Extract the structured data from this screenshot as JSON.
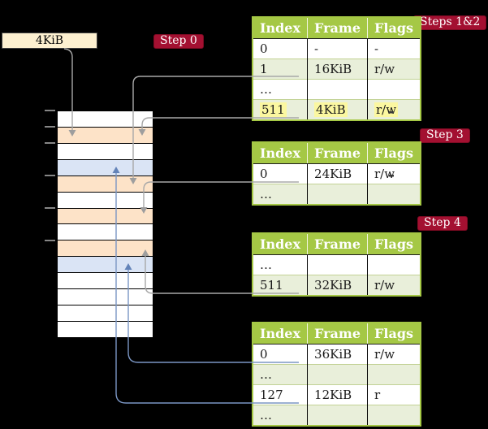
{
  "labels": {
    "frame_4kib": "4KiB",
    "step0": "Step 0",
    "steps12": "Steps 1&2",
    "step3": "Step 3",
    "step4": "Step 4"
  },
  "colors": {
    "table_green": "#a5c845",
    "row_green": "#e9efda",
    "highlight_yellow": "#fbf7a0",
    "frame_orange": "#fde3c8",
    "frame_blue": "#dae4f5",
    "label_red": "#a31031",
    "label_cream": "#fdf0d0",
    "line_gray": "#a8a8a8",
    "line_blue": "#7b96c4"
  },
  "memory_strip": {
    "rows": [
      "free",
      "table",
      "free",
      "page",
      "table",
      "free",
      "table",
      "free",
      "table",
      "page",
      "free",
      "free",
      "free",
      "free"
    ],
    "tick_rows": [
      0,
      1,
      2,
      4,
      6,
      8
    ]
  },
  "tables": [
    {
      "headers": [
        "Index",
        "Frame",
        "Flags"
      ],
      "rows": [
        {
          "cells": [
            "0",
            "-",
            "-"
          ],
          "shaded": false,
          "highlight": false
        },
        {
          "cells": [
            "1",
            "16KiB",
            "r/w"
          ],
          "shaded": true,
          "highlight": false
        },
        {
          "cells": [
            "…",
            "",
            ""
          ],
          "shaded": false,
          "highlight": false
        },
        {
          "cells": [
            "511",
            "4KiB",
            "r/w"
          ],
          "shaded": true,
          "highlight": true
        }
      ]
    },
    {
      "headers": [
        "Index",
        "Frame",
        "Flags"
      ],
      "rows": [
        {
          "cells": [
            "0",
            "24KiB",
            "r/w"
          ],
          "shaded": false,
          "highlight": false
        },
        {
          "cells": [
            "…",
            "",
            ""
          ],
          "shaded": true,
          "highlight": false
        }
      ]
    },
    {
      "headers": [
        "Index",
        "Frame",
        "Flags"
      ],
      "rows": [
        {
          "cells": [
            "…",
            "",
            ""
          ],
          "shaded": false,
          "highlight": false
        },
        {
          "cells": [
            "511",
            "32KiB",
            "r/w"
          ],
          "shaded": true,
          "highlight": false
        }
      ]
    },
    {
      "headers": [
        "Index",
        "Frame",
        "Flags"
      ],
      "rows": [
        {
          "cells": [
            "0",
            "36KiB",
            "r/w"
          ],
          "shaded": false,
          "highlight": false
        },
        {
          "cells": [
            "…",
            "",
            ""
          ],
          "shaded": true,
          "highlight": false
        },
        {
          "cells": [
            "127",
            "12KiB",
            "r"
          ],
          "shaded": false,
          "highlight": false
        },
        {
          "cells": [
            "…",
            "",
            ""
          ],
          "shaded": true,
          "highlight": false
        }
      ]
    }
  ]
}
